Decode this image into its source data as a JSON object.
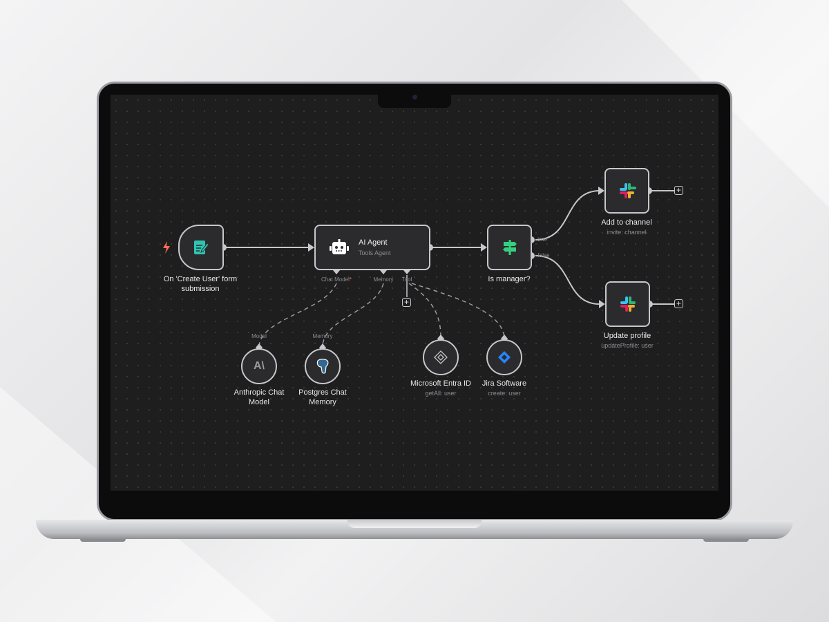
{
  "workflow": {
    "trigger": {
      "label": "On 'Create User' form submission",
      "line1": "On 'Create User' form",
      "line2": "submission",
      "icon": "form-icon"
    },
    "agent": {
      "title": "AI Agent",
      "subtitle": "Tools Agent",
      "icon": "robot-icon",
      "connectors": {
        "chat_model": "Chat Model",
        "required_mark": "*",
        "memory": "Memory",
        "tool": "Tool"
      }
    },
    "if_node": {
      "label": "Is manager?",
      "true_label": "true",
      "false_label": "false",
      "icon": "signpost-icon"
    },
    "slack_add": {
      "label": "Add to channel",
      "subtitle": "invite: channel",
      "icon": "slack-icon"
    },
    "slack_update": {
      "label": "Update profile",
      "subtitle": "updateProfile: user",
      "icon": "slack-icon"
    },
    "anthropic": {
      "line1": "Anthropic Chat",
      "line2": "Model",
      "port_label": "Model",
      "icon": "anthropic-icon"
    },
    "postgres": {
      "line1": "Postgres Chat",
      "line2": "Memory",
      "port_label": "Memory",
      "icon": "postgres-icon"
    },
    "entra": {
      "label": "Microsoft Entra ID",
      "subtitle": "getAll: user",
      "icon": "entra-icon"
    },
    "jira": {
      "label": "Jira Software",
      "subtitle": "create: user",
      "icon": "jira-icon"
    },
    "plus_symbol": "+"
  },
  "colors": {
    "canvas": "#1e1e1f",
    "node_border": "#c7c7cc",
    "trigger_bolt": "#ff6d5a",
    "form_icon": "#2fc4b2",
    "if_icon": "#35d07f",
    "jira": "#2684ff",
    "required": "#ff6d5a"
  }
}
